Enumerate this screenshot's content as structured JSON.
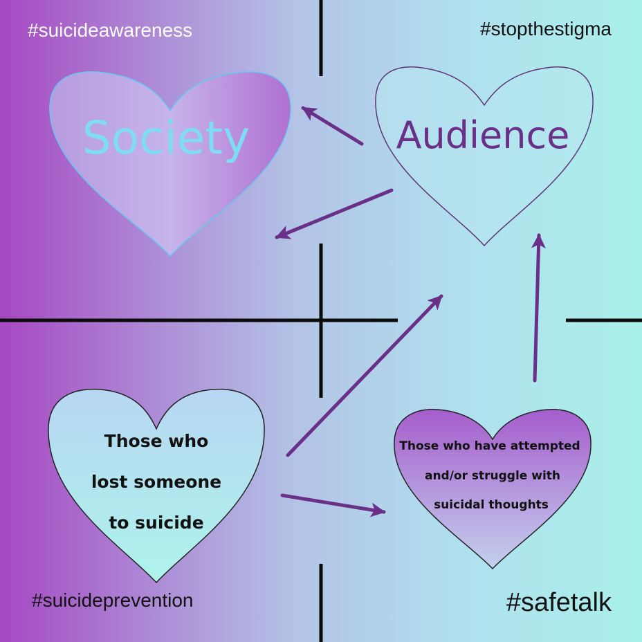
{
  "hashtags": {
    "top_left": "#suicideawareness",
    "top_right": "#stopthestigma",
    "bottom_left": "#suicideprevention",
    "bottom_right": "#safetalk"
  },
  "nodes": {
    "society": {
      "label": "Society",
      "text_color": "#7fdcf5",
      "outline": "#66c8ee"
    },
    "audience": {
      "label": "Audience",
      "text_color": "#6a2f86",
      "outline": "#5e3378"
    },
    "lost_someone": {
      "lines": [
        "Those who",
        "lost someone",
        "to suicide"
      ],
      "text_color": "#111111",
      "outline": "#222222"
    },
    "attempted": {
      "lines": [
        "Those who have attempted",
        "and/or struggle with",
        "suicidal thoughts"
      ],
      "text_color": "#111111",
      "outline": "#222222"
    }
  },
  "arrow_color": "#6a2f86",
  "edges": [
    {
      "from": "audience",
      "to": "society"
    },
    {
      "from": "audience",
      "to": "society"
    },
    {
      "from": "lost_someone",
      "to": "audience"
    },
    {
      "from": "lost_someone",
      "to": "attempted"
    },
    {
      "from": "attempted",
      "to": "audience"
    }
  ]
}
